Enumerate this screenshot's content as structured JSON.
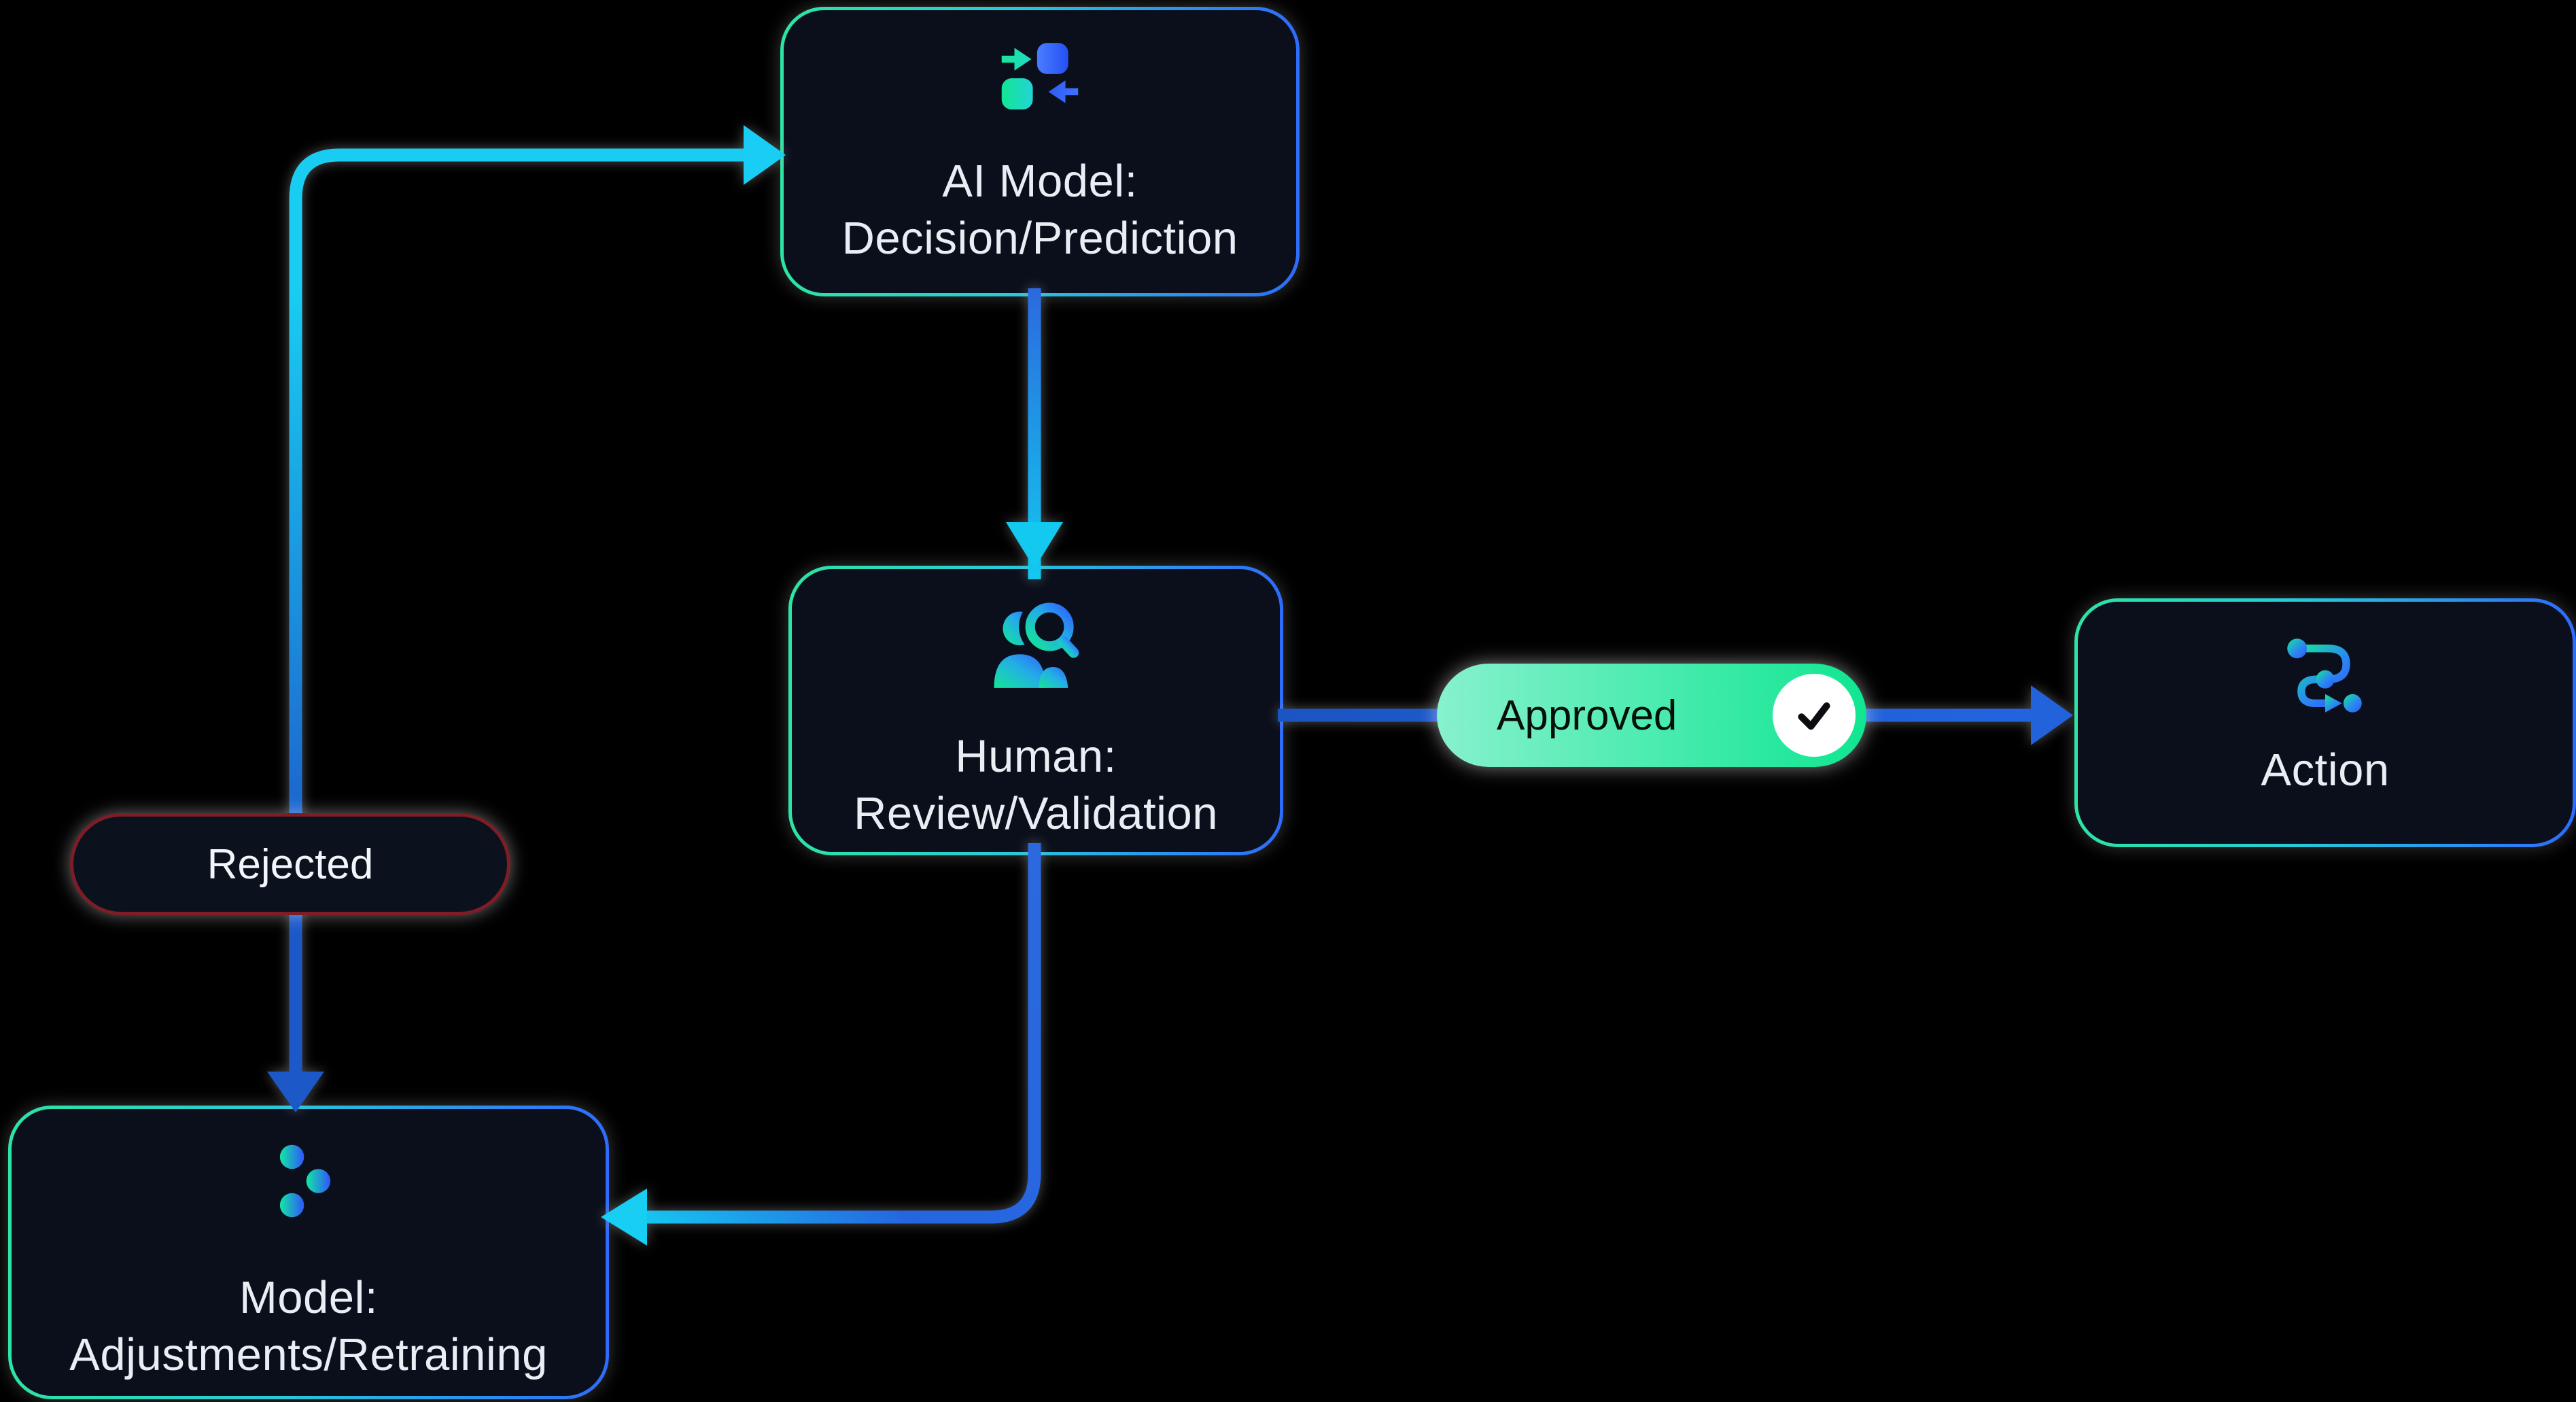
{
  "diagram": {
    "background": "#000000",
    "nodes": {
      "ai_model": {
        "line1": "AI Model:",
        "line2": "Decision/Prediction",
        "icon": "swap-icon"
      },
      "human": {
        "line1": "Human:",
        "line2": "Review/Validation",
        "icon": "user-search-icon"
      },
      "action": {
        "line1": "Action",
        "line2": "",
        "icon": "route-icon"
      },
      "model": {
        "line1": "Model:",
        "line2": "Adjustments/Retraining",
        "icon": "sliders-icon"
      }
    },
    "badges": {
      "approved": {
        "label": "Approved",
        "icon": "check-icon",
        "gradient": [
          "#87f1ce",
          "#10e691"
        ],
        "text_color": "#04110b"
      },
      "rejected": {
        "label": "Rejected",
        "border_color": "#7e1d26",
        "fill": "#0c121d",
        "text_color": "#f2f5f9"
      }
    },
    "colors": {
      "node_fill": "#0a0f1b",
      "node_border_green": "#2ce5a3",
      "node_border_blue": "#2e6bfb",
      "node_text": "#e9eef5",
      "arrow_blue": "#1c58c8",
      "arrow_cyan": "#19cdf4",
      "icon_green": "#19e5a0",
      "icon_blue": "#2e63fb"
    }
  }
}
